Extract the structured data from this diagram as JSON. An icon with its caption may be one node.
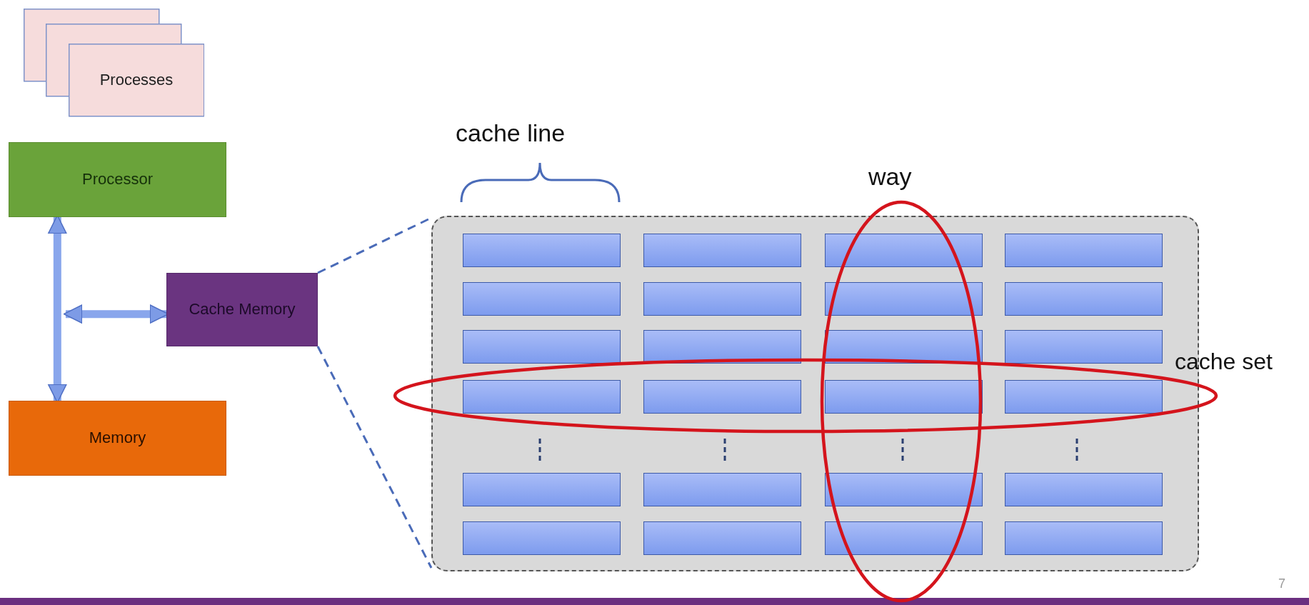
{
  "diagram": {
    "nodes": [
      {
        "text": [
          "Processes"
        ]
      },
      {
        "text": [
          "Processor"
        ]
      },
      {
        "text": [
          "Cache Memory"
        ]
      },
      {
        "text": [
          "Memory"
        ]
      },
      {
        "text": [],
        "shape": "box"
      },
      {
        "text": [],
        "shape": "bar",
        "in": 4
      },
      {
        "text": [],
        "shape": "bar",
        "in": 4
      },
      {
        "text": [],
        "shape": "bar",
        "in": 4
      },
      {
        "text": [],
        "shape": "bar",
        "in": 4
      },
      {
        "text": [],
        "shape": "bar",
        "in": 4
      },
      {
        "text": [],
        "shape": "bar",
        "in": 4
      },
      {
        "text": [],
        "shape": "bar",
        "in": 4
      },
      {
        "text": [],
        "shape": "bar",
        "in": 4
      },
      {
        "text": [],
        "shape": "bar",
        "in": 4
      },
      {
        "text": [],
        "shape": "bar",
        "in": 4
      },
      {
        "text": [],
        "shape": "bar",
        "in": 4
      },
      {
        "text": [],
        "shape": "bar",
        "in": 4
      },
      {
        "text": [],
        "shape": "bar",
        "in": 4
      },
      {
        "text": [],
        "shape": "bar",
        "in": 4
      },
      {
        "text": [],
        "shape": "bar",
        "in": 4
      },
      {
        "text": [],
        "shape": "bar",
        "in": 4
      },
      {
        "text": [],
        "shape": "bar",
        "in": 4
      },
      {
        "text": [],
        "shape": "bar",
        "in": 4
      },
      {
        "text": [],
        "shape": "bar",
        "in": 4
      },
      {
        "text": [],
        "shape": "bar",
        "in": 4
      },
      {
        "text": [],
        "shape": "bar",
        "in": 4
      },
      {
        "text": [],
        "shape": "bar",
        "in": 4
      },
      {
        "text": [],
        "shape": "bar",
        "in": 4
      },
      {
        "text": [],
        "shape": "bar",
        "in": 4
      }
    ],
    "edges": [
      {
        "from": 1,
        "to": 3,
        "arrow": "both",
        "style": "thick"
      },
      {
        "from": null,
        "to": 2,
        "arrow": "both",
        "style": "thick"
      },
      {
        "from": 2,
        "to": 4,
        "arrow": "none",
        "style": "dashed"
      },
      {
        "from": 2,
        "to": 4,
        "arrow": "none",
        "style": "dashed"
      }
    ],
    "labels": [
      "cache line",
      "way",
      "cache set",
      "7"
    ]
  }
}
